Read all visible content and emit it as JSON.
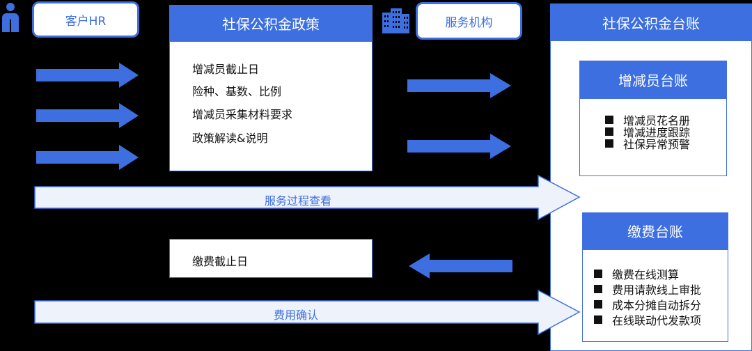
{
  "actors": {
    "client_hr": "客户HR",
    "service_org": "服务机构"
  },
  "policy": {
    "title": "社保公积金政策",
    "items": [
      "增减员截止日",
      "险种、基数、比例",
      "增减员采集材料要求",
      "政策解读&说明"
    ]
  },
  "payment_deadline": "缴费截止日",
  "flows": {
    "service_process": "服务过程查看",
    "fee_confirm": "费用确认"
  },
  "ledger": {
    "title": "社保公积金台账",
    "staffing": {
      "title": "增减员台账",
      "items": [
        "增减员花名册",
        "增减进度跟踪",
        "社保异常预警"
      ]
    },
    "payment": {
      "title": "缴费台账",
      "items": [
        "缴费在线测算",
        "费用请款线上审批",
        "成本分摊自动拆分",
        "在线联动代发款项"
      ]
    }
  },
  "colors": {
    "accent": "#3d6fe0",
    "light_arrow": "#eef2fb",
    "background": "#000000"
  },
  "icons": [
    "person-icon",
    "building-icon"
  ]
}
